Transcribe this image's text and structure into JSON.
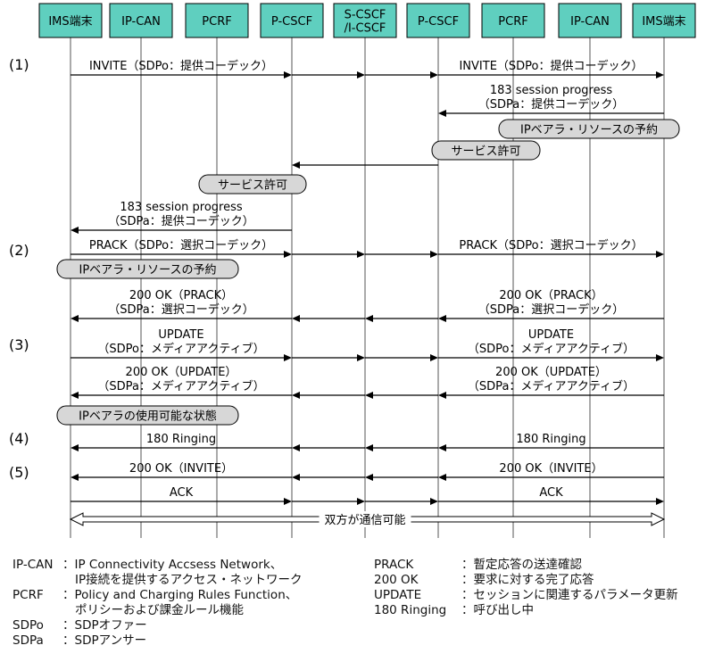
{
  "nodes": [
    "IMS端末",
    "IP-CAN",
    "PCRF",
    "P-CSCF",
    "S-CSCF\n/I-CSCF",
    "P-CSCF",
    "PCRF",
    "IP-CAN",
    "IMS端末"
  ],
  "steps": [
    "(1)",
    "(2)",
    "(3)",
    "(4)",
    "(5)"
  ],
  "messages": [
    {
      "lines": [
        "INVITE（SDPo：提供コーデック）"
      ],
      "from": 0,
      "to": 3
    },
    {
      "lines": [],
      "from": 3,
      "to": 4
    },
    {
      "lines": [],
      "from": 4,
      "to": 5
    },
    {
      "lines": [
        "INVITE（SDPo：提供コーデック）"
      ],
      "from": 5,
      "to": 8
    },
    {
      "lines": [
        "183 session progress",
        "（SDPa：提供コーデック）"
      ],
      "from": 8,
      "to": 5
    },
    {
      "lines": [],
      "from": 5,
      "to": 3
    },
    {
      "lines": [
        "183 session progress",
        "（SDPa：提供コーデック）"
      ],
      "from": 3,
      "to": 0
    },
    {
      "lines": [
        "PRACK（SDPo：選択コーデック）"
      ],
      "from": 0,
      "to": 3
    },
    {
      "lines": [],
      "from": 3,
      "to": 4
    },
    {
      "lines": [],
      "from": 4,
      "to": 5
    },
    {
      "lines": [
        "PRACK（SDPo：選択コーデック）"
      ],
      "from": 5,
      "to": 8
    },
    {
      "lines": [
        "200 OK（PRACK）",
        "（SDPa：選択コーデック）"
      ],
      "from": 8,
      "to": 5
    },
    {
      "lines": [],
      "from": 5,
      "to": 4
    },
    {
      "lines": [],
      "from": 4,
      "to": 3
    },
    {
      "lines": [
        "200 OK（PRACK）",
        "（SDPa：選択コーデック）"
      ],
      "from": 3,
      "to": 0
    },
    {
      "lines": [
        "UPDATE",
        "（SDPo：メディアアクティブ）"
      ],
      "from": 0,
      "to": 3
    },
    {
      "lines": [],
      "from": 3,
      "to": 4
    },
    {
      "lines": [],
      "from": 4,
      "to": 5
    },
    {
      "lines": [
        "UPDATE",
        "（SDPo：メディアアクティブ）"
      ],
      "from": 5,
      "to": 8
    },
    {
      "lines": [
        "200 OK（UPDATE）",
        "（SDPa：メディアアクティブ）"
      ],
      "from": 8,
      "to": 5
    },
    {
      "lines": [],
      "from": 5,
      "to": 4
    },
    {
      "lines": [],
      "from": 4,
      "to": 3
    },
    {
      "lines": [
        "200 OK（UPDATE）",
        "（SDPa：メディアアクティブ）"
      ],
      "from": 3,
      "to": 0
    },
    {
      "lines": [
        "180 Ringing"
      ],
      "from": 8,
      "to": 5
    },
    {
      "lines": [],
      "from": 5,
      "to": 4
    },
    {
      "lines": [],
      "from": 4,
      "to": 3
    },
    {
      "lines": [
        "180 Ringing"
      ],
      "from": 3,
      "to": 0
    },
    {
      "lines": [
        "200 OK（INVITE）"
      ],
      "from": 8,
      "to": 5
    },
    {
      "lines": [],
      "from": 5,
      "to": 4
    },
    {
      "lines": [],
      "from": 4,
      "to": 3
    },
    {
      "lines": [
        "200 OK（INVITE）"
      ],
      "from": 3,
      "to": 0
    },
    {
      "lines": [
        "ACK"
      ],
      "from": 0,
      "to": 3
    },
    {
      "lines": [],
      "from": 3,
      "to": 4
    },
    {
      "lines": [],
      "from": 4,
      "to": 5
    },
    {
      "lines": [
        "ACK"
      ],
      "from": 5,
      "to": 8
    }
  ],
  "notes": [
    "IPベアラ・リソースの予約",
    "サービス許可",
    "サービス許可",
    "IPベアラ・リソースの予約",
    "IPベアラの使用可能な状態"
  ],
  "both_ways_label": "双方が通信可能",
  "legend_left": [
    {
      "term": "IP-CAN",
      "lines": [
        "：IP Connectivity Accsess Network、",
        "IP接続を提供するアクセス・ネットワーク"
      ]
    },
    {
      "term": "PCRF",
      "lines": [
        "：Policy and Charging Rules Function、",
        "ポリシーおよび課金ルール機能"
      ]
    },
    {
      "term": "SDPo",
      "lines": [
        "：SDPオファー"
      ]
    },
    {
      "term": "SDPa",
      "lines": [
        "：SDPアンサー"
      ]
    }
  ],
  "legend_right": [
    {
      "term": "PRACK",
      "lines": [
        "：暫定応答の送達確認"
      ]
    },
    {
      "term": "200 OK",
      "lines": [
        "：要求に対する完了応答"
      ]
    },
    {
      "term": "UPDATE",
      "lines": [
        "：セッションに関連するパラメータ更新"
      ]
    },
    {
      "term": "180 Ringing",
      "lines": [
        "：呼び出し中"
      ]
    }
  ],
  "colors": {
    "node": "#5fcfbf",
    "note": "#d7d7d7",
    "line": "#000000"
  }
}
